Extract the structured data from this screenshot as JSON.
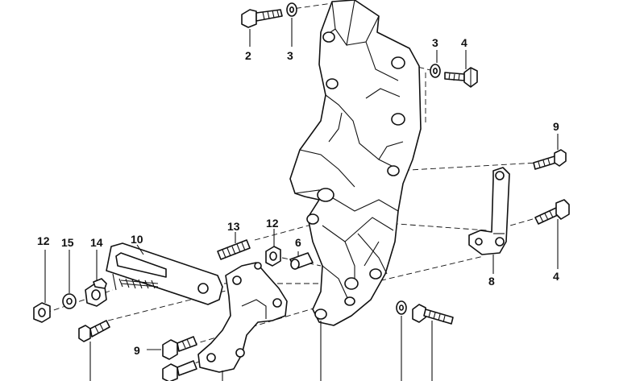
{
  "callouts": [
    {
      "id": "c2a",
      "text": "2"
    },
    {
      "id": "c3a",
      "text": "3"
    },
    {
      "id": "c3b",
      "text": "3"
    },
    {
      "id": "c4a",
      "text": "4"
    },
    {
      "id": "c9a",
      "text": "9"
    },
    {
      "id": "c13",
      "text": "13"
    },
    {
      "id": "c12a",
      "text": "12"
    },
    {
      "id": "c6",
      "text": "6"
    },
    {
      "id": "c12b",
      "text": "12"
    },
    {
      "id": "c15",
      "text": "15"
    },
    {
      "id": "c14",
      "text": "14"
    },
    {
      "id": "c10",
      "text": "10"
    },
    {
      "id": "c8",
      "text": "8"
    },
    {
      "id": "c4b",
      "text": "4"
    },
    {
      "id": "c9b",
      "text": "9"
    }
  ]
}
